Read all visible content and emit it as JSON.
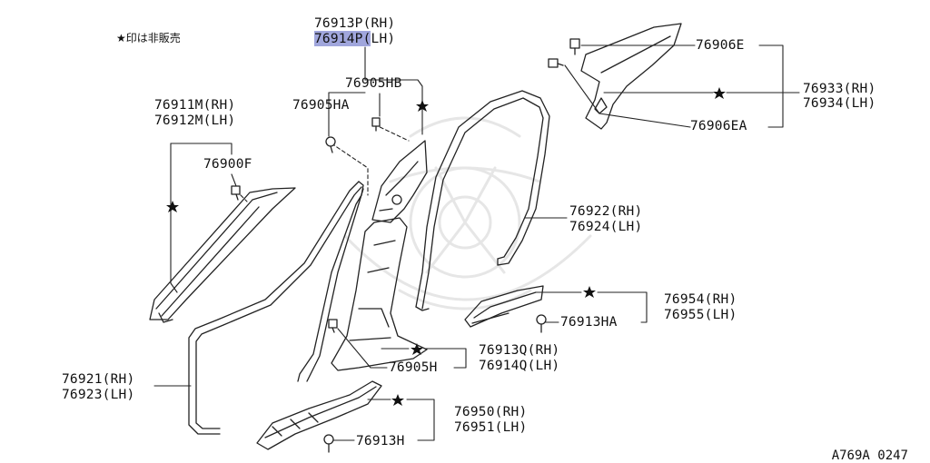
{
  "legend": {
    "symbol": "★",
    "text": "印は非販売"
  },
  "drawing_code": "A769A 0247",
  "highlight_color": "#8f97d6",
  "parts": {
    "p1_rh": "76913P(RH)",
    "p1_lh": "76914P(LH)",
    "p2": "76905HB",
    "p3": "76905HA",
    "p4_rh": "76911M(RH)",
    "p4_lh": "76912M(LH)",
    "p5": "76900F",
    "p6": "76906E",
    "p7_rh": "76933(RH)",
    "p7_lh": "76934(LH)",
    "p8": "76906EA",
    "p9_rh": "76922(RH)",
    "p9_lh": "76924(LH)",
    "p10_rh": "76954(RH)",
    "p10_lh": "76955(LH)",
    "p11": "76913HA",
    "p12_rh": "76913Q(RH)",
    "p12_lh": "76914Q(LH)",
    "p13": "76905H",
    "p14_rh": "76921(RH)",
    "p14_lh": "76923(LH)",
    "p15_rh": "76950(RH)",
    "p15_lh": "76951(LH)",
    "p16": "76913H"
  }
}
